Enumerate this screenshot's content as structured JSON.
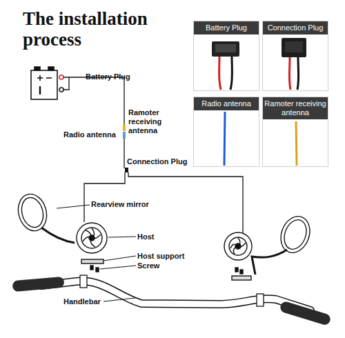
{
  "diagram": {
    "title": "The installation process",
    "nodes": [
      {
        "text": [
          "Battery Plug"
        ]
      },
      {
        "text": [
          "Connection Plug"
        ]
      },
      {
        "text": [
          "Radio antenna"
        ]
      },
      {
        "text": [
          "Ramoter receiving antenna"
        ]
      }
    ],
    "labels": [
      "Battery Plug",
      "Ramoter receiving antenna",
      "Radio antenna",
      "Connection Plug",
      "Rearview mirror",
      "Host",
      "Host support",
      "Screw",
      "Handlebar"
    ]
  }
}
